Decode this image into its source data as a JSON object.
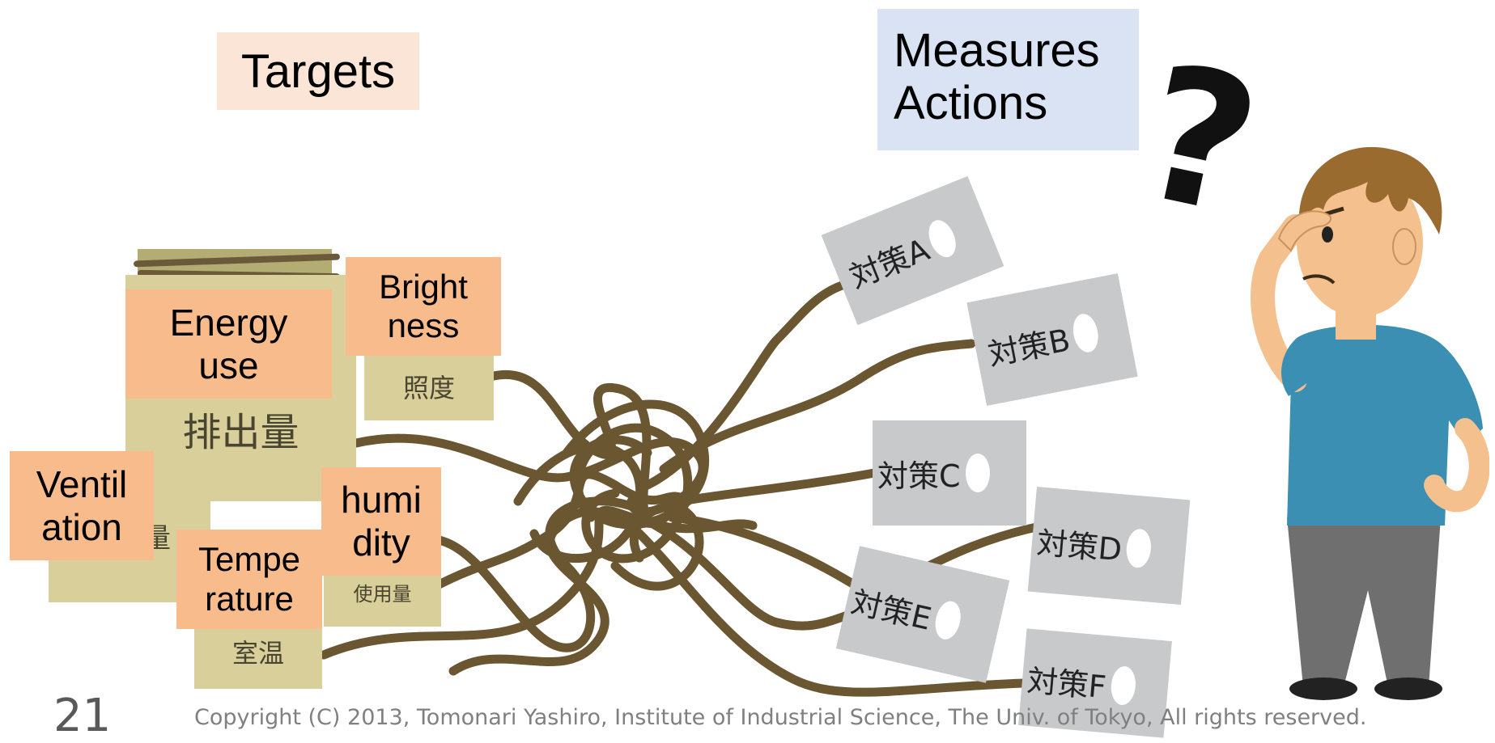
{
  "headers": {
    "targets": "Targets",
    "measures_line1": "Measures",
    "measures_line2": "Actions"
  },
  "labels": {
    "energy": [
      "Energy",
      "use"
    ],
    "brightness": [
      "Bright",
      "ness"
    ],
    "ventilation": [
      "Ventil",
      "ation"
    ],
    "humidity": [
      "humi",
      "dity"
    ],
    "temperature": [
      "Tempe",
      "rature"
    ]
  },
  "notes": {
    "emissions": "排出量",
    "illuminance": "照度",
    "usage": "使用量",
    "room_temp": "室温",
    "ventilation_jp": "換気量"
  },
  "cards": [
    "対策A",
    "対策B",
    "対策C",
    "対策D",
    "対策E",
    "対策F"
  ],
  "question_mark": "?",
  "slide_number": "21",
  "copyright": "Copyright (C) 2013, Tomonari Yashiro, Institute of Industrial Science, The Univ. of Tokyo, All rights reserved.",
  "colors": {
    "targets_bg": "#fbe5d6",
    "measures_bg": "#dae3f3",
    "label_bg": "#f8bc8c",
    "rope": "#6b5632",
    "card_bg": "#c8c9cb",
    "note_bg": "#d9cf9a",
    "shirt": "#3b8fb3",
    "hair": "#9a6b2e"
  }
}
